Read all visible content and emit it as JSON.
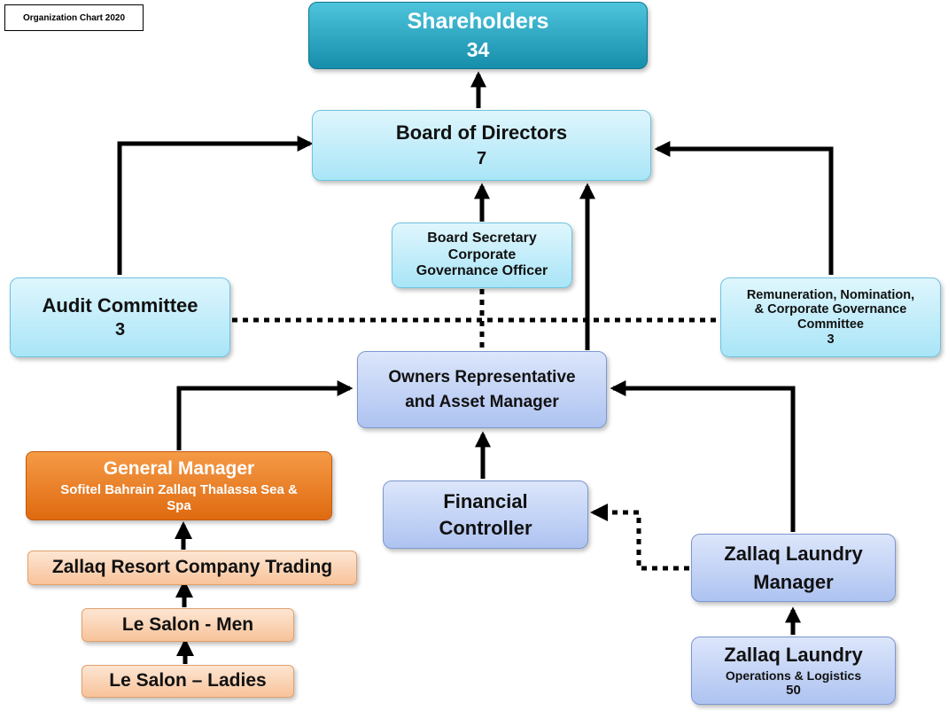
{
  "title": "Organization Chart 2020",
  "nodes": {
    "shareholders": {
      "label": "Shareholders",
      "count": "34"
    },
    "board": {
      "label": "Board of Directors",
      "count": "7"
    },
    "secretary": {
      "line1": "Board Secretary",
      "line2": "Corporate",
      "line3": "Governance Officer"
    },
    "audit": {
      "label": "Audit Committee",
      "count": "3"
    },
    "remuneration": {
      "line1": "Remuneration, Nomination,",
      "line2": "& Corporate Governance",
      "line3": "Committee",
      "count": "3"
    },
    "owners": {
      "line1": "Owners Representative",
      "line2": "and Asset Manager"
    },
    "general_manager": {
      "label": "General Manager",
      "line2": "Sofitel Bahrain Zallaq Thalassa Sea &",
      "line3": "Spa"
    },
    "resort_trading": {
      "label": "Zallaq Resort Company Trading"
    },
    "salon_men": {
      "label": "Le Salon - Men"
    },
    "salon_ladies": {
      "label": "Le Salon – Ladies"
    },
    "financial": {
      "line1": "Financial",
      "line2": "Controller"
    },
    "laundry_manager": {
      "line1": "Zallaq Laundry",
      "line2": "Manager"
    },
    "laundry_ops": {
      "label": "Zallaq Laundry",
      "line2": "Operations & Logistics",
      "count": "50"
    }
  },
  "colors": {
    "shareholders": "#1e9bb8",
    "board_level": "#b6e8f8",
    "management": "#b9cdf3",
    "general_manager": "#ea7a1f",
    "subsidiaries": "#fbd2b0",
    "connector": "#000000"
  }
}
